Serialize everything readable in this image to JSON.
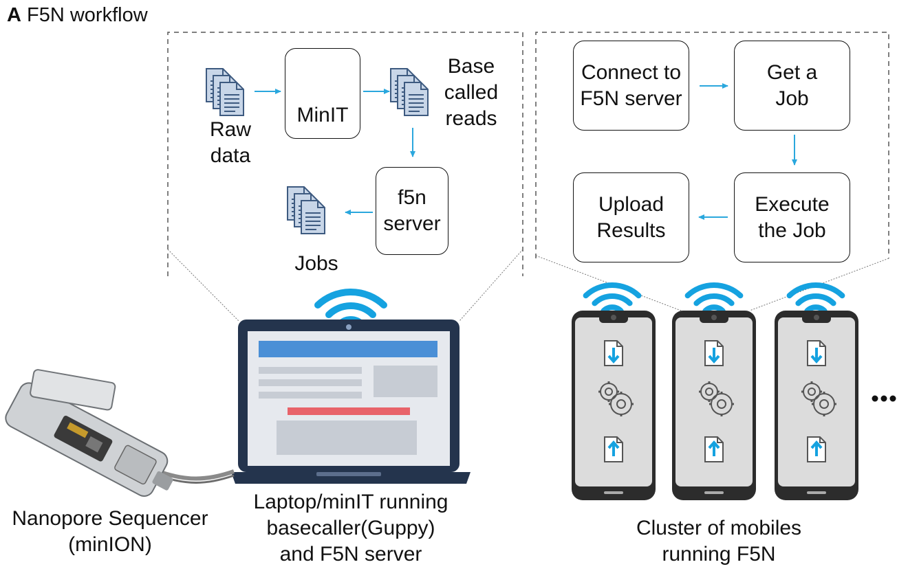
{
  "panel": {
    "letter": "A",
    "title": "F5N workflow"
  },
  "server_flow": {
    "raw_data": "Raw data",
    "minit": "MinIT",
    "basecalled": [
      "Base",
      "called",
      "reads"
    ],
    "f5n_server": [
      "f5n",
      "server"
    ],
    "jobs": "Jobs"
  },
  "mobile_flow": {
    "connect": [
      "Connect to",
      "F5N server"
    ],
    "get_job": [
      "Get a",
      "Job"
    ],
    "execute": [
      "Execute",
      "the Job"
    ],
    "upload": [
      "Upload",
      "Results"
    ]
  },
  "captions": {
    "sequencer": [
      "Nanopore Sequencer",
      "(minION)"
    ],
    "laptop": [
      "Laptop/minIT running",
      "basecaller(Guppy)",
      "and F5N server"
    ],
    "mobiles": [
      "Cluster of mobiles",
      "running F5N"
    ]
  },
  "colors": {
    "arrow": "#2aa7dd",
    "doc_fill": "#c8d6e8",
    "doc_stroke": "#3d5a80",
    "wifi": "#15a2e0",
    "laptop_body": "#24344d",
    "screen_bar": "#4a8fd6",
    "screen_red": "#e8636a",
    "phone_screen": "#dcdcdc"
  }
}
